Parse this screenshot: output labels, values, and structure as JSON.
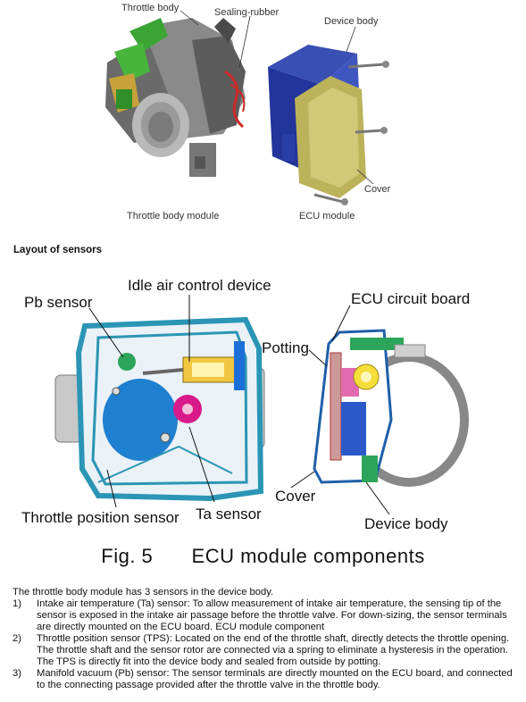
{
  "figure_top": {
    "labels": {
      "throttle_body": "Throttle body",
      "sealing_rubber": "Sealing-rubber",
      "device_body": "Device body",
      "cover": "Cover",
      "throttle_body_module": "Throttle body module",
      "ecu_module": "ECU module"
    }
  },
  "section_title": "Layout of sensors",
  "figure_bottom": {
    "labels": {
      "pb_sensor": "Pb sensor",
      "idle_air_control_device": "Idle air control device",
      "ecu_circuit_board": "ECU circuit board",
      "potting": "Potting",
      "cover": "Cover",
      "throttle_position_sensor": "Throttle position sensor",
      "ta_sensor": "Ta sensor",
      "device_body": "Device body"
    },
    "caption_fig": "Fig. 5",
    "caption_text": "ECU module components"
  },
  "body": {
    "intro": "The throttle body module has 3 sensors in the device body.",
    "items": [
      {
        "num": "1)",
        "text": "Intake air temperature (Ta) sensor: To allow measurement of intake air temperature, the sensing tip of the sensor is exposed in the intake air passage before the throttle valve. For down-sizing, the sensor terminals are directly mounted on the ECU board. ECU module component"
      },
      {
        "num": "2)",
        "text": "Throttle position sensor (TPS): Located on the end of the throttle shaft, directly detects the throttle opening. The throttle shaft and the sensor rotor are connected via a spring to eliminate a hysteresis in the operation. The TPS is directly fit into the device body and sealed from outside by potting."
      },
      {
        "num": "3)",
        "text": "Manifold vacuum (Pb) sensor: The sensor terminals are directly mounted on the ECU board, and connected to the connecting passage provided after the throttle valve in the throttle body."
      }
    ]
  }
}
